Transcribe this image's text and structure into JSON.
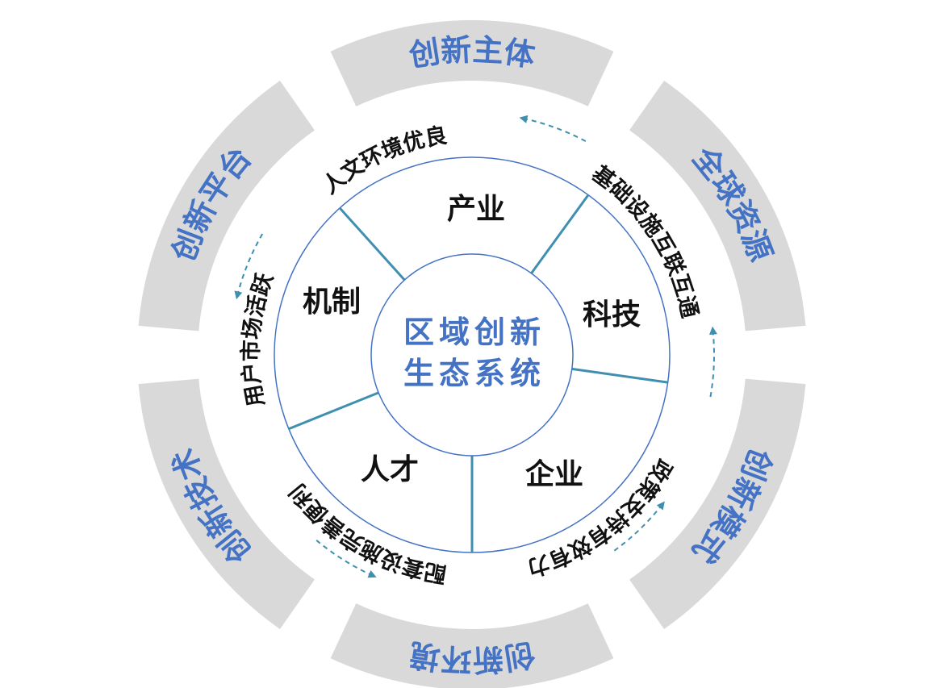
{
  "center": {
    "line1": "区域创新",
    "line2": "生态系统"
  },
  "sectors": [
    {
      "label": "产业"
    },
    {
      "label": "科技"
    },
    {
      "label": "企业"
    },
    {
      "label": "人才"
    },
    {
      "label": "机制"
    }
  ],
  "ring_labels": [
    {
      "text": "基础设施互联互通"
    },
    {
      "text": "政策支持有效有力"
    },
    {
      "text": "配套设施完善便利"
    },
    {
      "text": "用户市场活跃"
    },
    {
      "text": "人文环境优良"
    }
  ],
  "outer_segments": [
    {
      "label": "创新主体"
    },
    {
      "label": "全球资源"
    },
    {
      "label": "创新模式"
    },
    {
      "label": "创新环境"
    },
    {
      "label": "创新技术"
    },
    {
      "label": "创新平台"
    }
  ],
  "colors": {
    "outer_ring": "#d9d9d9",
    "outer_text": "#4472c4",
    "circle_stroke": "#4472c4",
    "divider": "#3e8fb0",
    "arrow": "#3e8fb0",
    "center_text": "#4472c4",
    "label_text": "#111111"
  }
}
